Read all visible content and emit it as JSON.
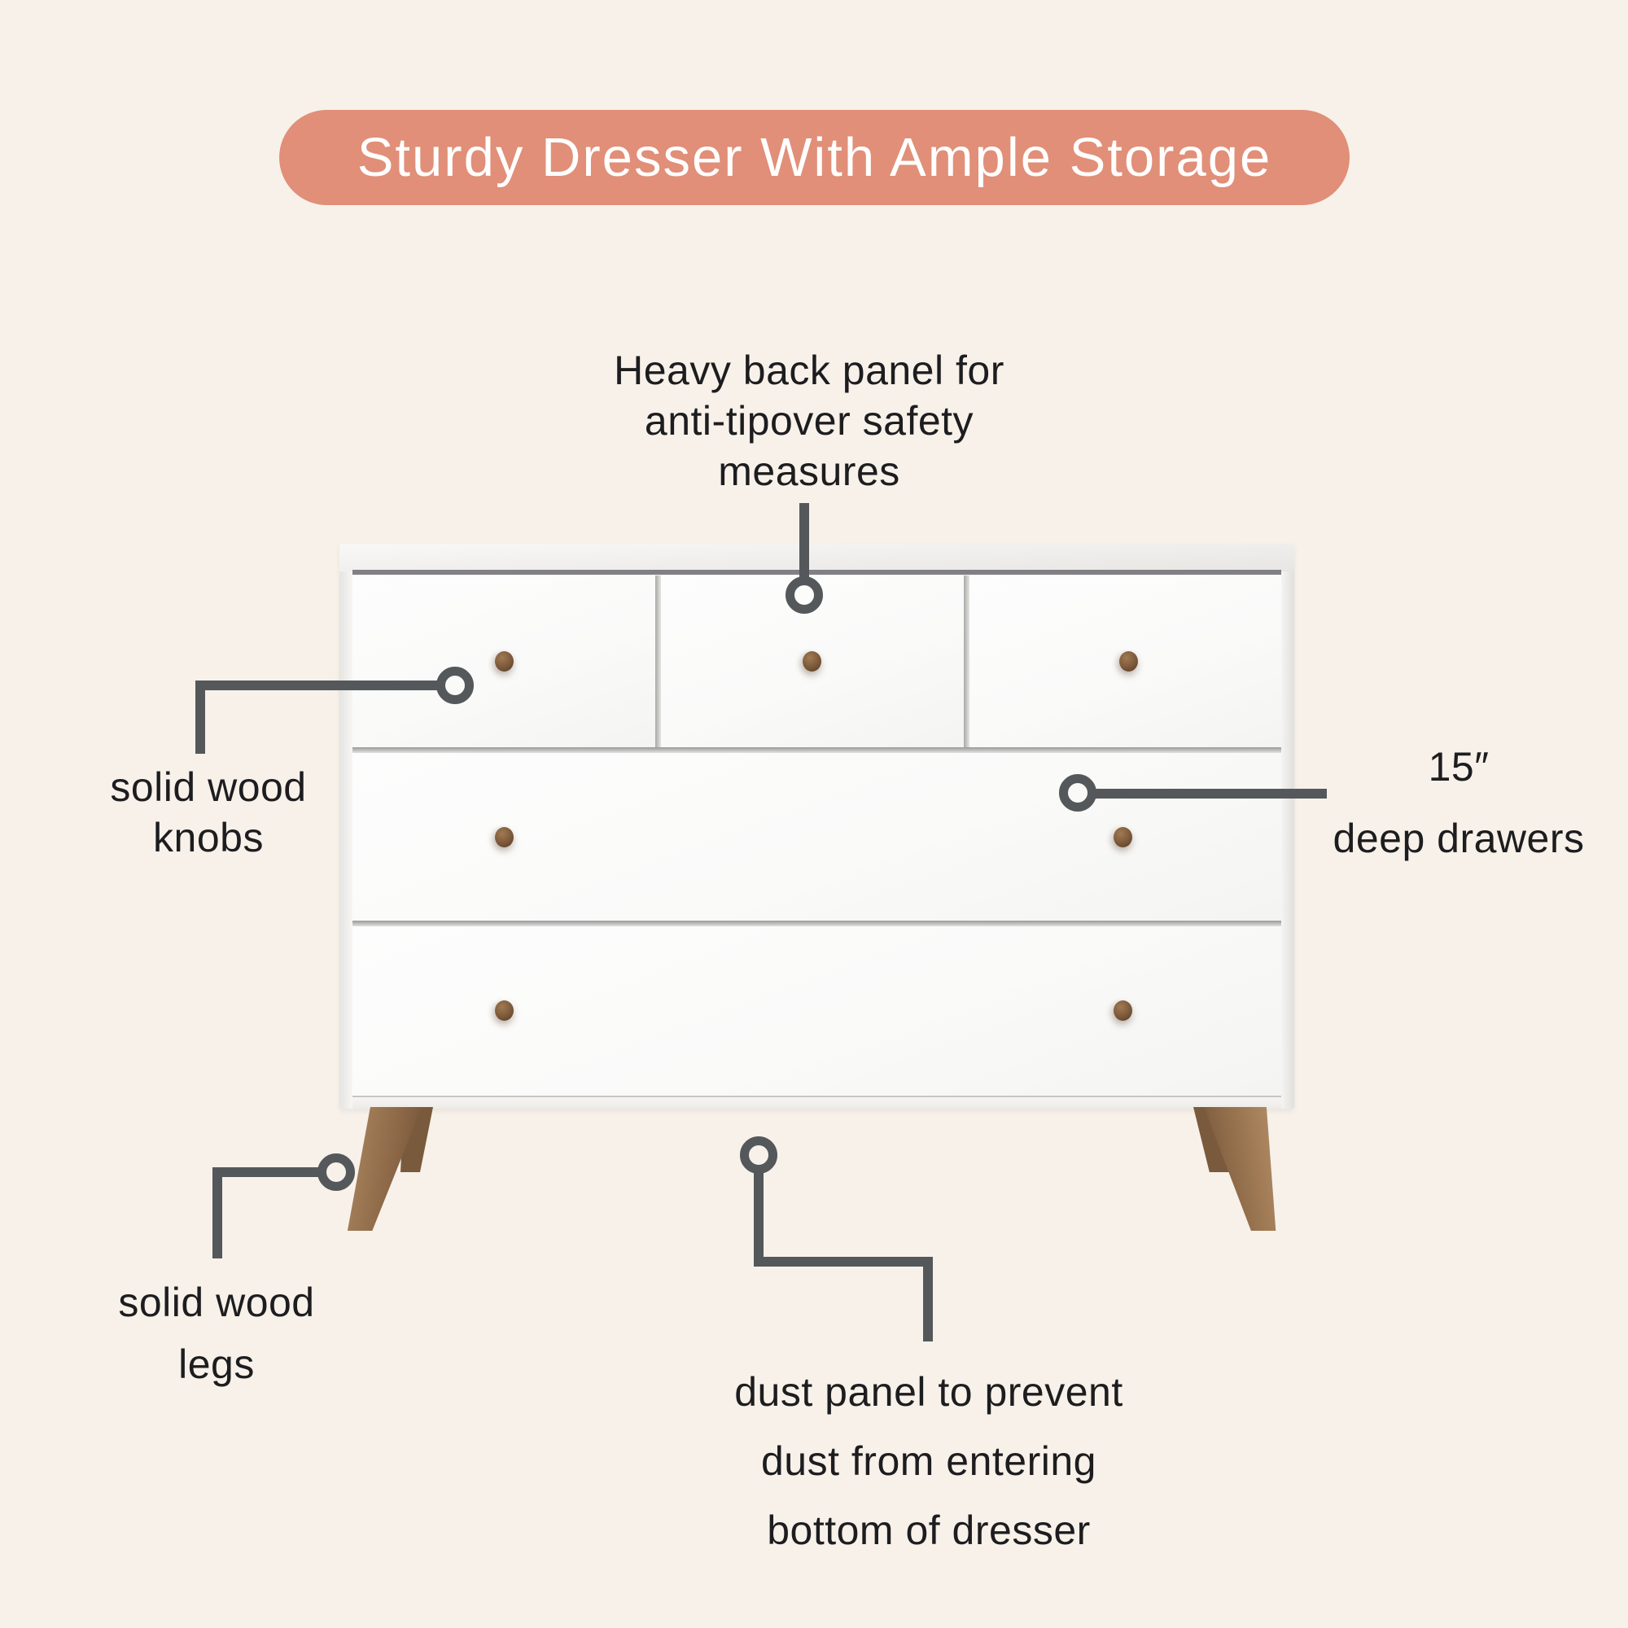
{
  "title": {
    "text": "Sturdy Dresser With Ample Storage",
    "background_color": "#e18f78",
    "text_color": "#ffffff"
  },
  "style": {
    "page_background": "#f7f1ea",
    "callout_line_color": "#54585a",
    "callout_text_color": "#1d1d1f",
    "wood_color": "#8a6646",
    "dresser_color": "#fbfbfa"
  },
  "dresser": {
    "drawer_count": 5,
    "knob_count": 7
  },
  "callouts": {
    "back_panel": {
      "line1": "Heavy back panel for",
      "line2": "anti-tipover safety",
      "line3": "measures"
    },
    "knobs": {
      "line1": "solid wood",
      "line2": "knobs"
    },
    "deep_drawers": {
      "line1": "15″",
      "line2": "deep drawers"
    },
    "legs": {
      "line1": "solid wood",
      "line2": "legs"
    },
    "dust_panel": {
      "line1": "dust panel to prevent",
      "line2": "dust from entering",
      "line3": "bottom of dresser"
    }
  }
}
